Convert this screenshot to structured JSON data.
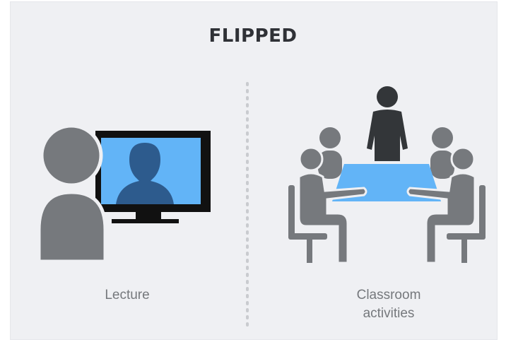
{
  "title": "FLIPPED",
  "left_panel": {
    "label": "Lecture"
  },
  "right_panel": {
    "label_line1": "Classroom",
    "label_line2": "activities"
  },
  "colors": {
    "background": "#eff0f3",
    "title_text": "#2f3136",
    "label_text": "#75787c",
    "person_grey": "#76797d",
    "screen_blue": "#62b4f7",
    "silhouette_blue": "#2d5b8d",
    "monitor_black": "#111111",
    "standing_person": "#333639",
    "divider": "#c9cbcf"
  },
  "icons": {
    "left": [
      "person-icon",
      "monitor-icon",
      "video-person-icon"
    ],
    "right": [
      "standing-teacher-icon",
      "table-icon",
      "seated-students-icon",
      "chair-icon"
    ]
  }
}
